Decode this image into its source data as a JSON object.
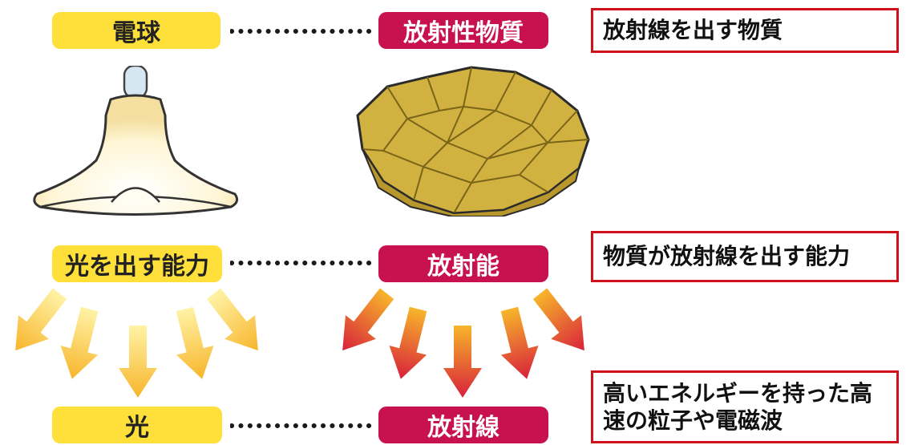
{
  "rows": [
    {
      "left": "電球",
      "right": "放射性物質",
      "note": "放射線を出す物質"
    },
    {
      "left": "光を出す能力",
      "right": "放射能",
      "note": "物質が放射線を出す能力"
    },
    {
      "left": "光",
      "right": "放射線",
      "note": "高いエネルギーを持った高速の粒子や電磁波"
    }
  ],
  "colors": {
    "yellow_label": "#ffe03a",
    "red_label": "#c8114f",
    "note_border": "#d0101a",
    "light_arrow_top": "#fff3a6",
    "light_arrow_bottom": "#f7b52b",
    "radiation_arrow_top": "#f7b52b",
    "radiation_arrow_bottom": "#d8213b"
  },
  "icons": [
    "light-bulb-icon",
    "radioactive-rock-icon",
    "light-arrows-icon",
    "radiation-arrows-icon"
  ]
}
